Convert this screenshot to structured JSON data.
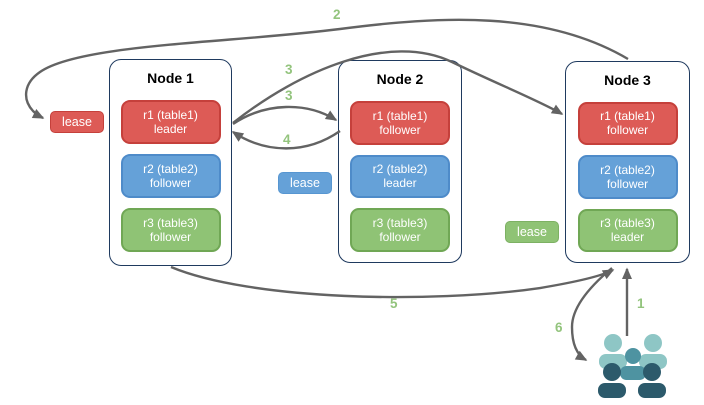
{
  "diagram": {
    "nodes": [
      {
        "title": "Node 1",
        "replicas": [
          {
            "name": "r1 (table1)",
            "role": "leader"
          },
          {
            "name": "r2 (table2)",
            "role": "follower"
          },
          {
            "name": "r3 (table3)",
            "role": "follower"
          }
        ]
      },
      {
        "title": "Node 2",
        "replicas": [
          {
            "name": "r1 (table1)",
            "role": "follower"
          },
          {
            "name": "r2 (table2)",
            "role": "leader"
          },
          {
            "name": "r3 (table3)",
            "role": "follower"
          }
        ]
      },
      {
        "title": "Node 3",
        "replicas": [
          {
            "name": "r1 (table1)",
            "role": "follower"
          },
          {
            "name": "r2 (table2)",
            "role": "follower"
          },
          {
            "name": "r3 (table3)",
            "role": "leader"
          }
        ]
      }
    ],
    "leases": [
      {
        "label": "lease",
        "color": "#DD5B56"
      },
      {
        "label": "lease",
        "color": "#65A1D8"
      },
      {
        "label": "lease",
        "color": "#8FC375"
      }
    ],
    "steps": [
      {
        "label": "1"
      },
      {
        "label": "2"
      },
      {
        "label": "3"
      },
      {
        "label": "3"
      },
      {
        "label": "4"
      },
      {
        "label": "5"
      },
      {
        "label": "6"
      }
    ],
    "icons": {
      "users": "users-group-icon"
    },
    "colors": {
      "leader_red": "#DD5B56",
      "red_border": "#C5403B",
      "follower_blue": "#65A1D8",
      "blue_border": "#4E8BC9",
      "green": "#8FC375",
      "green_border": "#70A755",
      "step_text": "#93C47D",
      "arrow": "#636363",
      "node_border": "#1F3A5F",
      "users_light": "#8EC6C5",
      "users_mid": "#4E93A1",
      "users_dark": "#2C5A6B"
    }
  }
}
